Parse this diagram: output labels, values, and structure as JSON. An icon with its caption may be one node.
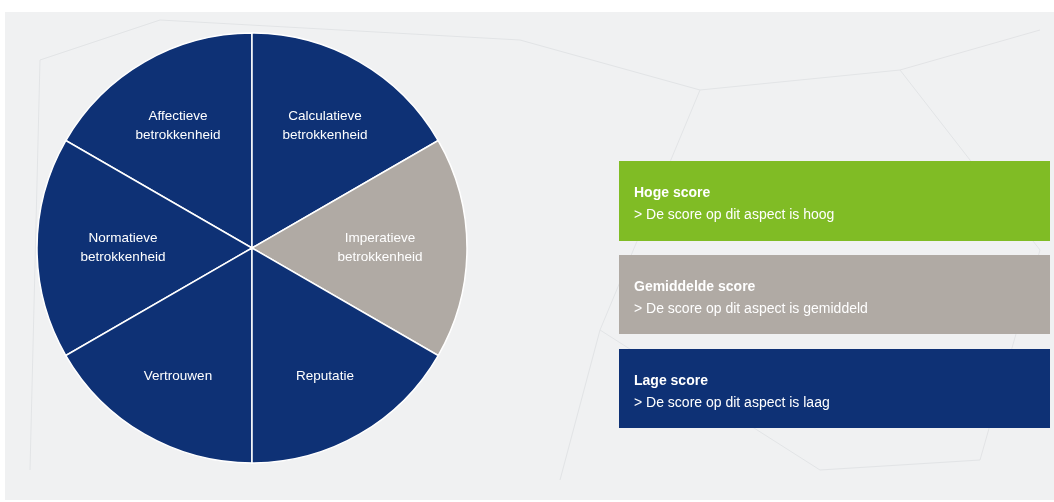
{
  "diagram": {
    "nodes": [
      {
        "text": [
          "Affectieve betrokkenheid"
        ]
      },
      {
        "text": [
          "Calculatieve betrokkenheid"
        ]
      },
      {
        "text": [
          "Normatieve betrokkenheid"
        ]
      },
      {
        "text": [
          "Imperatieve betrokkenheid"
        ]
      },
      {
        "text": [
          "Vertrouwen"
        ]
      },
      {
        "text": [
          "Reputatie"
        ]
      },
      {
        "text": [
          "Hoge score",
          "> De score op dit aspect is hoog"
        ]
      },
      {
        "text": [
          "Gemiddelde score",
          "> De score op dit aspect is gemiddeld"
        ]
      },
      {
        "text": [
          "Lage score",
          "> De score op dit aspect is laag"
        ]
      }
    ],
    "edges": []
  }
}
